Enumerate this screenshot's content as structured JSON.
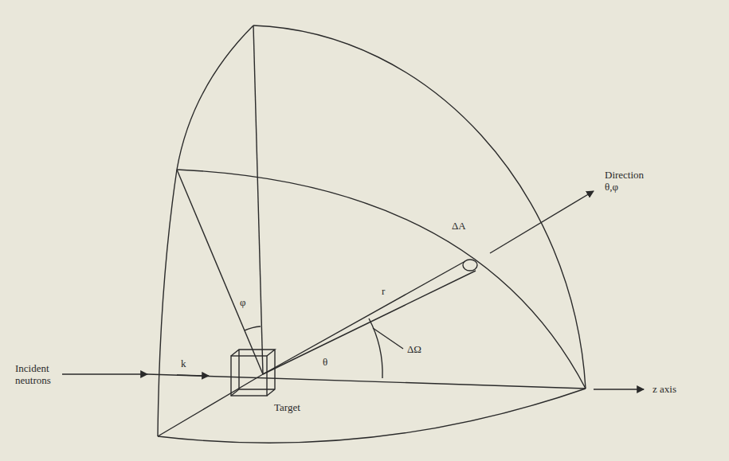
{
  "diagram": {
    "labels": [
      "Incident neutrons",
      "k",
      "Target",
      "φ",
      "θ",
      "r",
      "ΔΩ",
      "ΔA",
      "Direction θ,φ",
      "z axis"
    ]
  }
}
